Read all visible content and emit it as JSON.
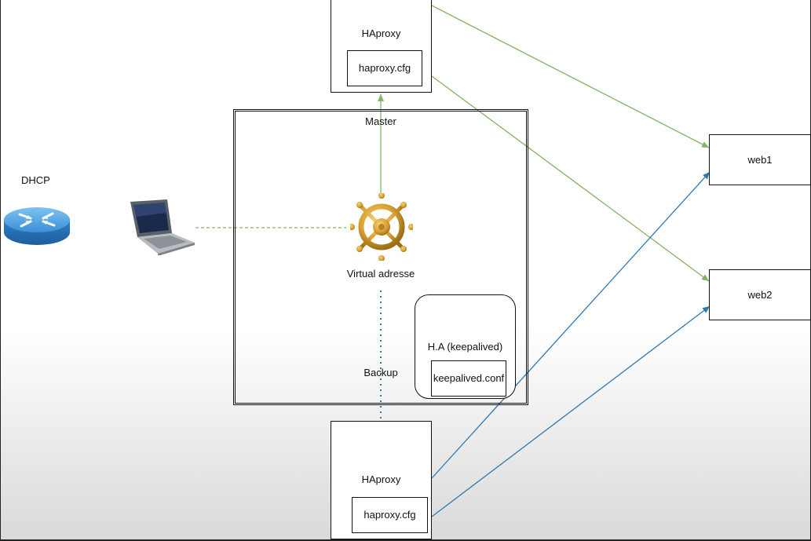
{
  "dhcp": {
    "label": "DHCP",
    "icon": "router-icon",
    "color": "#3a8fd6"
  },
  "client": {
    "icon": "laptop-icon"
  },
  "master": {
    "label": "Master",
    "haproxy": {
      "title": "HAproxy",
      "config": "haproxy.cfg"
    }
  },
  "backup": {
    "label": "Backup",
    "haproxy": {
      "title": "HAproxy",
      "config": "haproxy.cfg"
    }
  },
  "vip": {
    "label": "Virtual adresse",
    "icon": "ship-wheel-icon",
    "color": "#d9a234"
  },
  "ha": {
    "title": "H.A (keepalived)",
    "config": "keepalived.conf"
  },
  "servers": {
    "web1": "web1",
    "web2": "web2"
  },
  "colors": {
    "master_link": "#82b366",
    "backup_link": "#2e78b0",
    "client_link": "#82b366"
  }
}
